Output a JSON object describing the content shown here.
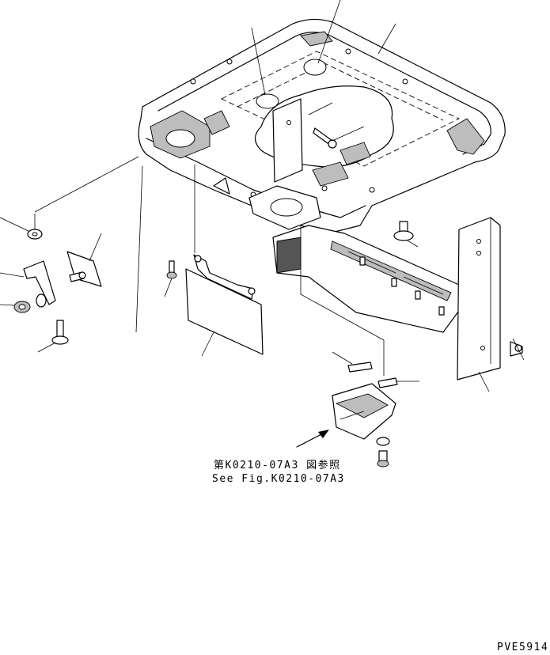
{
  "reference": {
    "line_ja": "第K0210-07A3 図参照",
    "line_en": "See Fig.K0210-07A3"
  },
  "drawing_code": "PVE5914",
  "colors": {
    "ink": "#000000",
    "paper": "#ffffff",
    "shade": "#bdbdbd"
  }
}
